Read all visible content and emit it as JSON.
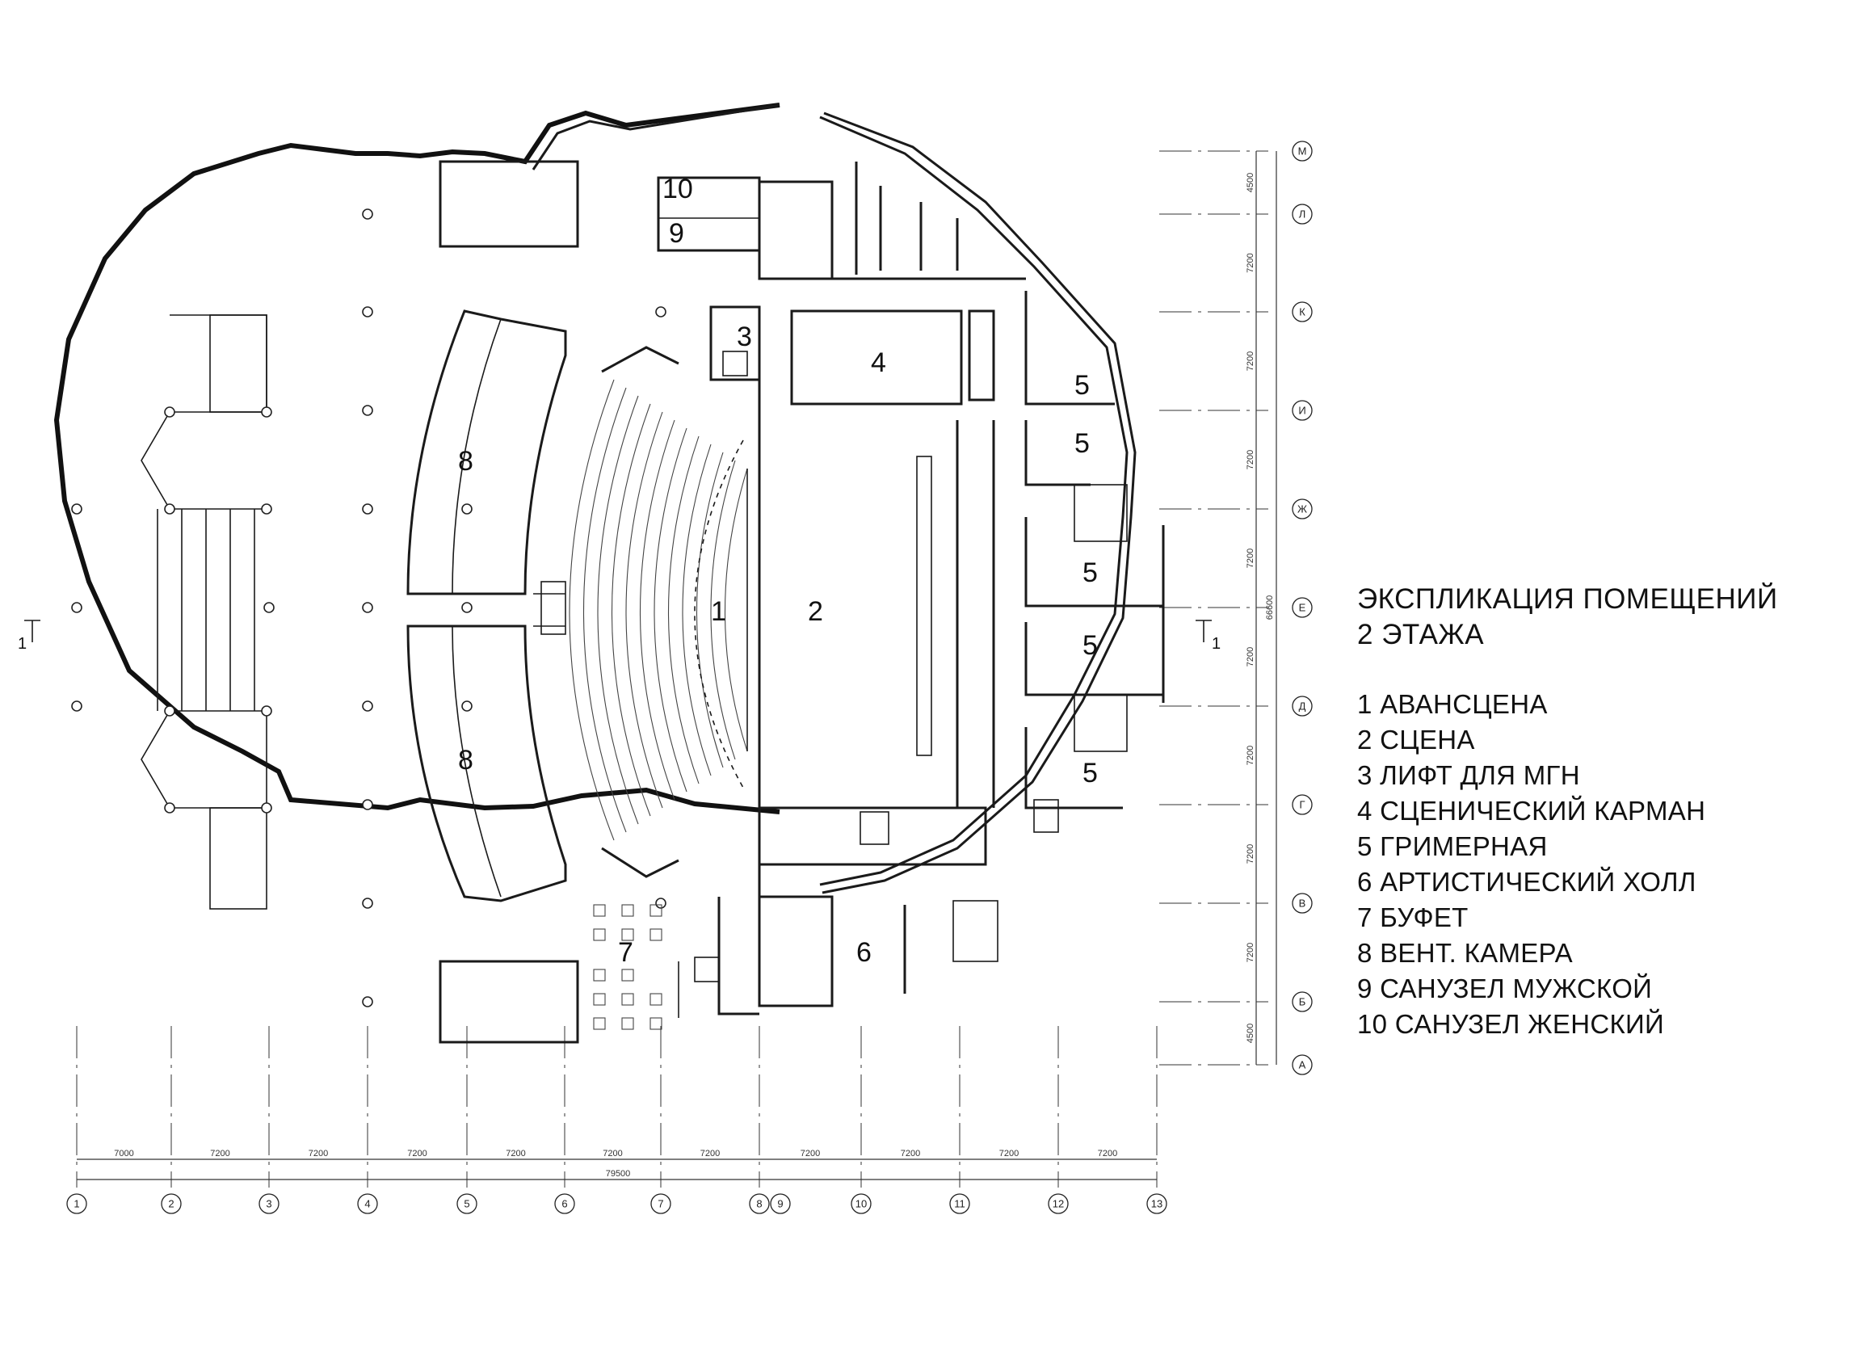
{
  "legend": {
    "title_line1": "ЭКСПЛИКАЦИЯ ПОМЕЩЕНИЙ",
    "title_line2": "2 ЭТАЖА",
    "items": [
      "1 АВАНСЦЕНА",
      "2 СЦЕНА",
      "3 ЛИФТ ДЛЯ МГН",
      "4 СЦЕНИЧЕСКИЙ КАРМАН",
      "5 ГРИМЕРНАЯ",
      "6 АРТИСТИЧЕСКИЙ ХОЛЛ",
      "7 БУФЕТ",
      "8 ВЕНТ. КАМЕРА",
      "9 САНУЗЕЛ МУЖСКОЙ",
      "10 САНУЗЕЛ ЖЕНСКИЙ"
    ]
  },
  "room_labels": {
    "r1": "1",
    "r2": "2",
    "r3": "3",
    "r4": "4",
    "r5": "5",
    "r6": "6",
    "r7": "7",
    "r8": "8",
    "r9": "9",
    "r10": "10"
  },
  "section_mark": "1",
  "axes_horizontal": [
    "1",
    "2",
    "3",
    "4",
    "5",
    "6",
    "7",
    "8",
    "9",
    "10",
    "11",
    "12",
    "13"
  ],
  "axes_vertical": [
    "М",
    "Л",
    "К",
    "И",
    "Ж",
    "Е",
    "Д",
    "Г",
    "В",
    "Б",
    "А"
  ],
  "dims_horizontal": [
    "7000",
    "7200",
    "7200",
    "7200",
    "7200",
    "7200",
    "7200",
    "7200",
    "7200",
    "7200",
    "7200"
  ],
  "dim_horizontal_total": "79500",
  "dims_vertical": [
    "4500",
    "7200",
    "7200",
    "7200",
    "7200",
    "7200",
    "7200",
    "7200",
    "7200",
    "4500"
  ],
  "dim_vertical_total": "66600"
}
